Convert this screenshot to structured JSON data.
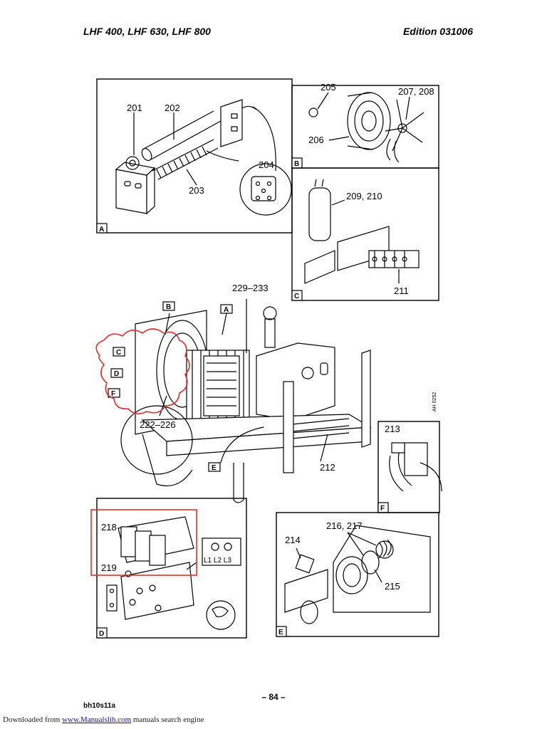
{
  "header": {
    "models": "LHF 400, LHF 630, LHF 800",
    "edition": "Edition 031006"
  },
  "panels": {
    "A": {
      "tag": "A",
      "parts": [
        "201",
        "202",
        "203",
        "204"
      ]
    },
    "B": {
      "tag": "B",
      "parts": [
        "205",
        "206",
        "207, 208"
      ]
    },
    "C": {
      "tag": "C",
      "parts": [
        "209, 210",
        "211"
      ]
    },
    "main": {
      "parts": [
        "229–233",
        "222–226",
        "212"
      ],
      "callouts": [
        "B",
        "A",
        "C",
        "D",
        "F",
        "E"
      ],
      "side_code": "AH 0252"
    },
    "F": {
      "tag": "F",
      "parts": [
        "213"
      ]
    },
    "D": {
      "tag": "D",
      "parts": [
        "218",
        "219"
      ],
      "terminal_labels": "L1 L2 L3"
    },
    "E": {
      "tag": "E",
      "parts": [
        "214",
        "216, 217",
        "215"
      ]
    }
  },
  "page_number": "– 84 –",
  "doc_code": "bh10s11a",
  "footer": {
    "prefix": "Downloaded from",
    "link": "www.Manualslib.com",
    "suffix": "manuals search engine"
  },
  "colors": {
    "markup_red": "#e0302a",
    "ink": "#000000"
  }
}
